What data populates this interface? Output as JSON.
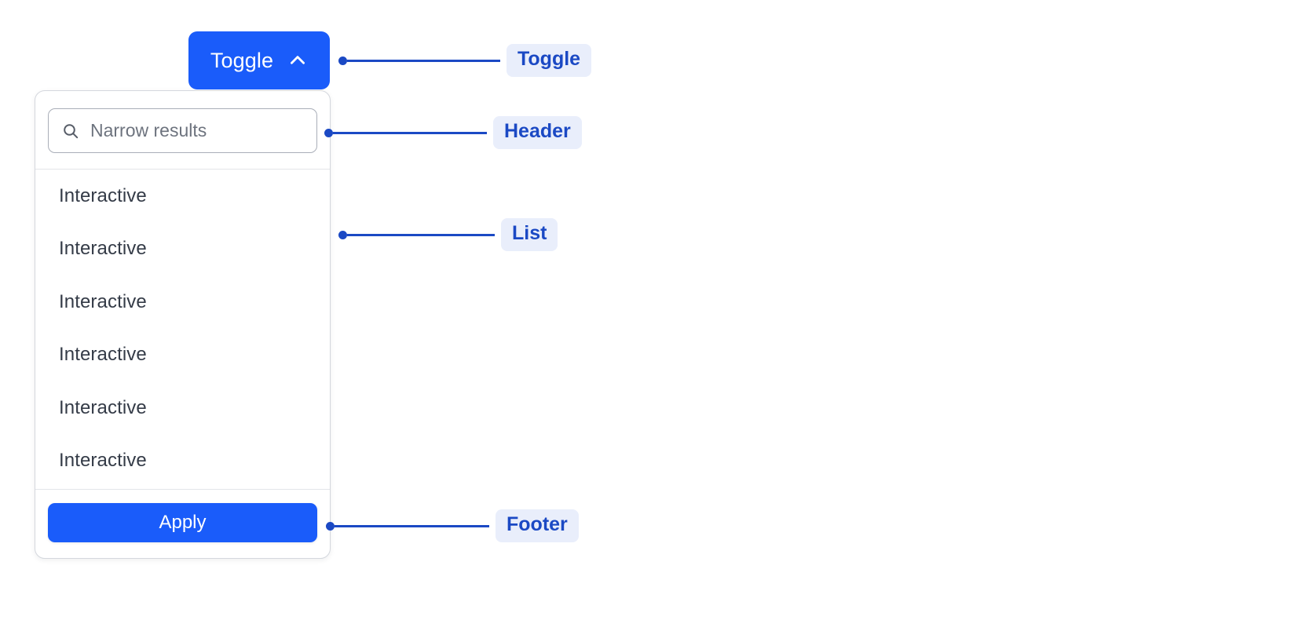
{
  "toggle": {
    "label": "Toggle",
    "icon": "chevron-up-icon",
    "background_color": "#1a5cfa",
    "text_color": "#ffffff"
  },
  "dropdown": {
    "header": {
      "search": {
        "icon": "search-icon",
        "placeholder": "Narrow results",
        "value": ""
      }
    },
    "list": {
      "items": [
        {
          "label": "Interactive"
        },
        {
          "label": "Interactive"
        },
        {
          "label": "Interactive"
        },
        {
          "label": "Interactive"
        },
        {
          "label": "Interactive"
        },
        {
          "label": "Interactive"
        }
      ]
    },
    "footer": {
      "apply_label": "Apply",
      "apply_background_color": "#1a5cfa",
      "apply_text_color": "#ffffff"
    },
    "border_color": "#d4d7dd",
    "background_color": "#ffffff"
  },
  "annotations": {
    "accent_color": "#1b49c4",
    "badge_background_color": "#e9eefb",
    "items": [
      {
        "label": "Toggle"
      },
      {
        "label": "Header"
      },
      {
        "label": "List"
      },
      {
        "label": "Footer"
      }
    ]
  }
}
